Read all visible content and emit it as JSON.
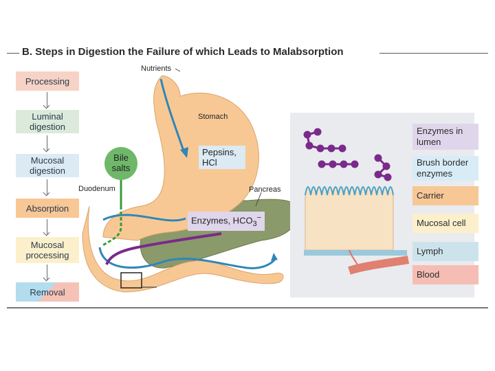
{
  "title": "B. Steps in Digestion the Failure of which Leads to Malabsorption",
  "steps": [
    {
      "label": "Processing"
    },
    {
      "label": "Luminal digestion"
    },
    {
      "label": "Mucosal digestion"
    },
    {
      "label": "Absorption"
    },
    {
      "label": "Mucosal processing"
    },
    {
      "label": "Removal"
    }
  ],
  "diagram_labels": {
    "nutrients": "Nutrients",
    "stomach": "Stomach",
    "bile_salts": "Bile salts",
    "duodenum": "Duodenum",
    "pancreas": "Pancreas",
    "pepsins_hcl": "Pepsins, HCl",
    "enzymes_hco3": "Enzymes, HCO",
    "hco3_sub": "3",
    "hco3_sup": "−"
  },
  "legend": [
    {
      "label": "Enzymes in lumen",
      "color": "#e0d6ec"
    },
    {
      "label": "Brush border enzymes",
      "color": "#d7ecf6"
    },
    {
      "label": "Carrier",
      "color": "#f8c796"
    },
    {
      "label": "Mucosal cell",
      "color": "#fcf0cc"
    },
    {
      "label": "Lymph",
      "color": "#cde3ec"
    },
    {
      "label": "Blood",
      "color": "#f5bdb4"
    }
  ],
  "colors": {
    "stomach": "#f8c894",
    "pancreas": "#8a9a6a",
    "flow_arrow": "#2f86b8",
    "enzyme_chain": "#7a2a8a",
    "bile_green": "#6fb86a"
  }
}
